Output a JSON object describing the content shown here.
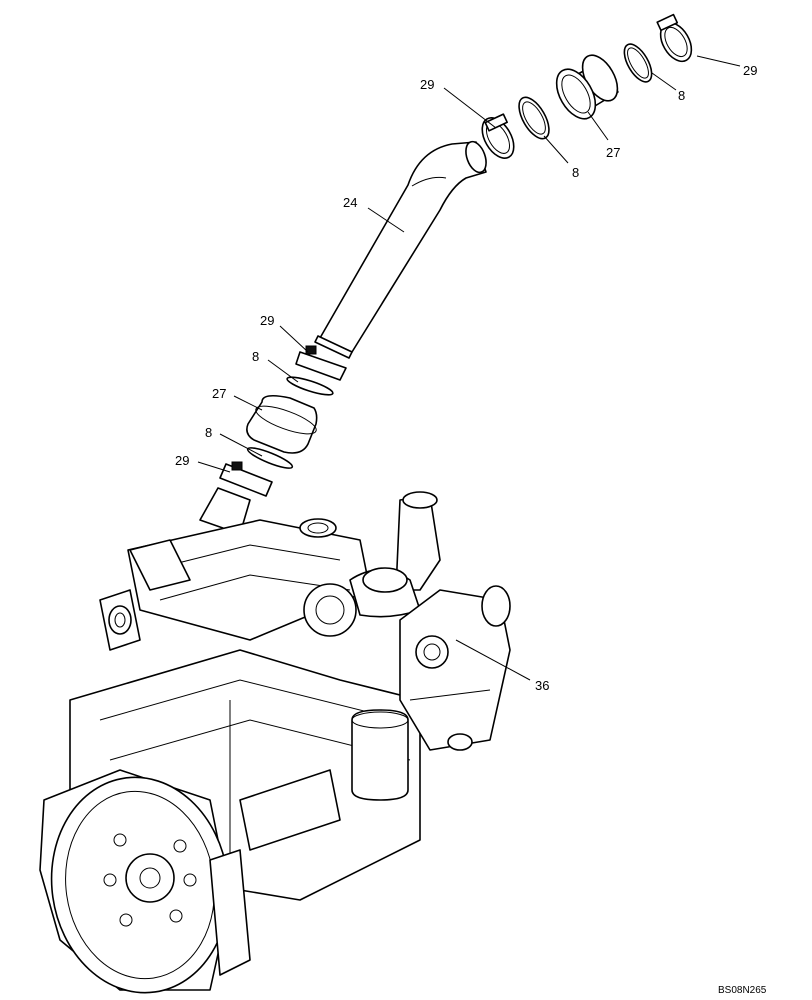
{
  "callouts": {
    "c29_top_right": "29",
    "c8_top_right": "8",
    "c27_top": "27",
    "c29_top_left": "29",
    "c8_top_mid": "8",
    "c24": "24",
    "c29_mid": "29",
    "c8_mid": "8",
    "c27_mid": "27",
    "c8_low": "8",
    "c29_low": "29",
    "c36": "36"
  },
  "figure_code": "BS08N265"
}
